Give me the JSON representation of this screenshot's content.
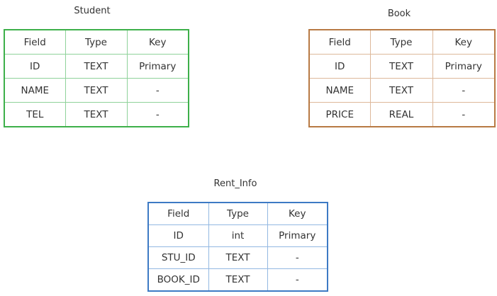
{
  "entities": {
    "student": {
      "title": "Student",
      "border_color": "#3db04a",
      "header": [
        "Field",
        "Type",
        "Key"
      ],
      "rows": [
        [
          "ID",
          "TEXT",
          "Primary"
        ],
        [
          "NAME",
          "TEXT",
          "-"
        ],
        [
          "TEL",
          "TEXT",
          "-"
        ]
      ]
    },
    "book": {
      "title": "Book",
      "border_color": "#b87a44",
      "header": [
        "Field",
        "Type",
        "Key"
      ],
      "rows": [
        [
          "ID",
          "TEXT",
          "Primary"
        ],
        [
          "NAME",
          "TEXT",
          "-"
        ],
        [
          "PRICE",
          "REAL",
          "-"
        ]
      ]
    },
    "rent_info": {
      "title": "Rent_Info",
      "border_color": "#3d7ac4",
      "header": [
        "Field",
        "Type",
        "Key"
      ],
      "rows": [
        [
          "ID",
          "int",
          "Primary"
        ],
        [
          "STU_ID",
          "TEXT",
          "-"
        ],
        [
          "BOOK_ID",
          "TEXT",
          "-"
        ]
      ]
    }
  }
}
